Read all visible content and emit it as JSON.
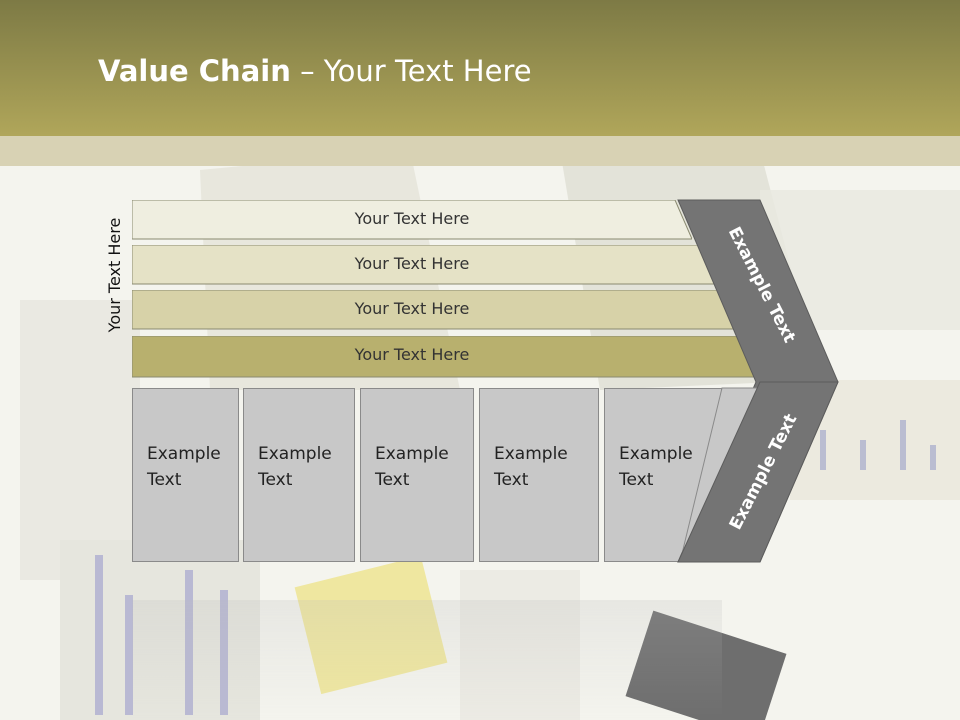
{
  "title": {
    "bold": "Value Chain",
    "rest": " – Your Text Here"
  },
  "side_label": "Your Text Here",
  "rows": [
    {
      "label": "Your Text Here",
      "color": "#efeee0"
    },
    {
      "label": "Your Text Here",
      "color": "#e5e2c6"
    },
    {
      "label": "Your Text Here",
      "color": "#d7d2a8"
    },
    {
      "label": "Your Text Here",
      "color": "#b8b06e"
    }
  ],
  "boxes": [
    {
      "line1": "Example",
      "line2": "Text"
    },
    {
      "line1": "Example",
      "line2": "Text"
    },
    {
      "line1": "Example",
      "line2": "Text"
    },
    {
      "line1": "Example",
      "line2": "Text"
    },
    {
      "line1": "Example",
      "line2": "Text"
    }
  ],
  "chevron_top_text": "Example Text",
  "chevron_bottom_text": "Example Text",
  "colors": {
    "header": "#a29a52",
    "chevron": "#747474",
    "box": "#c8c8c8"
  }
}
